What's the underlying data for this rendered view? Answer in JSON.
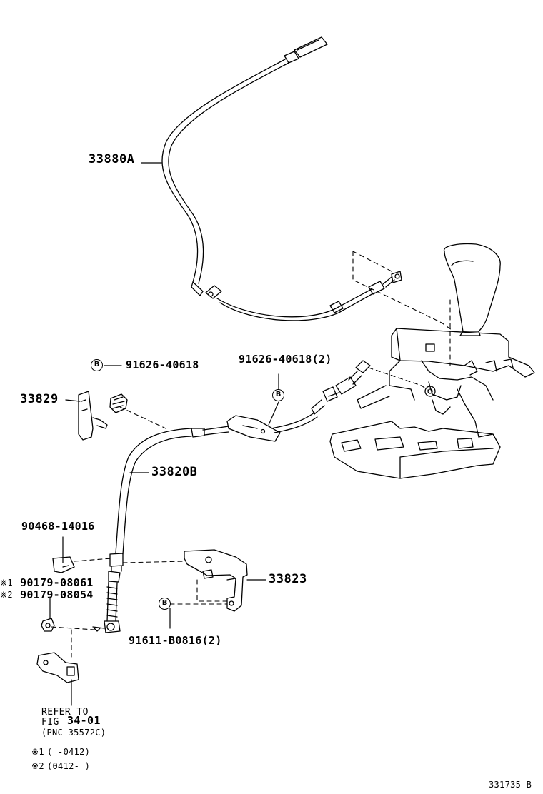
{
  "parts": {
    "p33880a": "33880A",
    "p91626_a": "91626-40618",
    "p91626_b": "91626-40618(2)",
    "p33829": "33829",
    "p33820b": "33820B",
    "p90468": "90468-14016",
    "p90179_1": "90179-08061",
    "p90179_2": "90179-08054",
    "p33823": "33823",
    "p91611": "91611-B0816(2)"
  },
  "markers": {
    "note1": "※1",
    "note2": "※2",
    "bolt_letter": "B"
  },
  "refer": {
    "line1": "REFER TO",
    "line2_prefix": "FIG",
    "line2_fig": "34-01",
    "line3": "(PNC 35572C)"
  },
  "notes": {
    "n1_mark": "※1",
    "n1_text": "(     -0412)",
    "n2_mark": "※2",
    "n2_text": "(0412-     )"
  },
  "diagram_id": "331735-B"
}
